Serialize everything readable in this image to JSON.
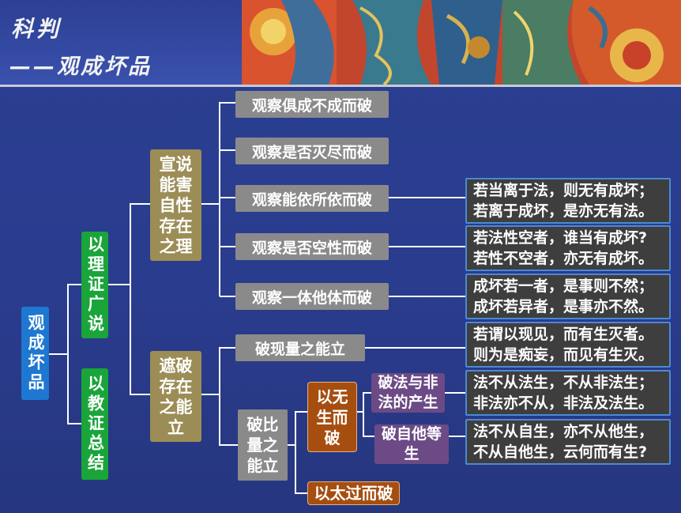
{
  "title": {
    "main": "科判",
    "sub": "——观成坏品"
  },
  "diagram": {
    "root": "观成坏品",
    "branches": {
      "proof": "以理证广说",
      "scripture": "以教证总结"
    },
    "groups": {
      "explain": "宣说能害自性存在之理",
      "refute": "遮破存在之能立"
    },
    "items": [
      "观察俱成不成而破",
      "观察是否灭尽而破",
      "观察能依所依而破",
      "观察是否空性而破",
      "观察一体他体而破"
    ],
    "refute_items": {
      "direct": "破现量之能立",
      "inference": "破比量之能立",
      "no_cause": "以无生而破",
      "excess": "以太过而破",
      "dharma": "破法与非法的产生",
      "self_other": "破自他等生"
    },
    "quotes": [
      "若当离于法，则无有成坏；\n若离于成坏，是亦无有法。",
      "若法性空者，谁当有成坏?\n若性不空者，亦无有成坏。",
      "成坏若一者，是事则不然；\n成坏若异者，是事亦不然。",
      "若谓以现见，而有生灭者。\n则为是痴妄，而见有生灭。",
      "法不从法生，不从非法生；\n非法亦不从，非法及法生。",
      "法不从自生，亦不从他生，\n不从自他生，云何而有生?"
    ]
  }
}
